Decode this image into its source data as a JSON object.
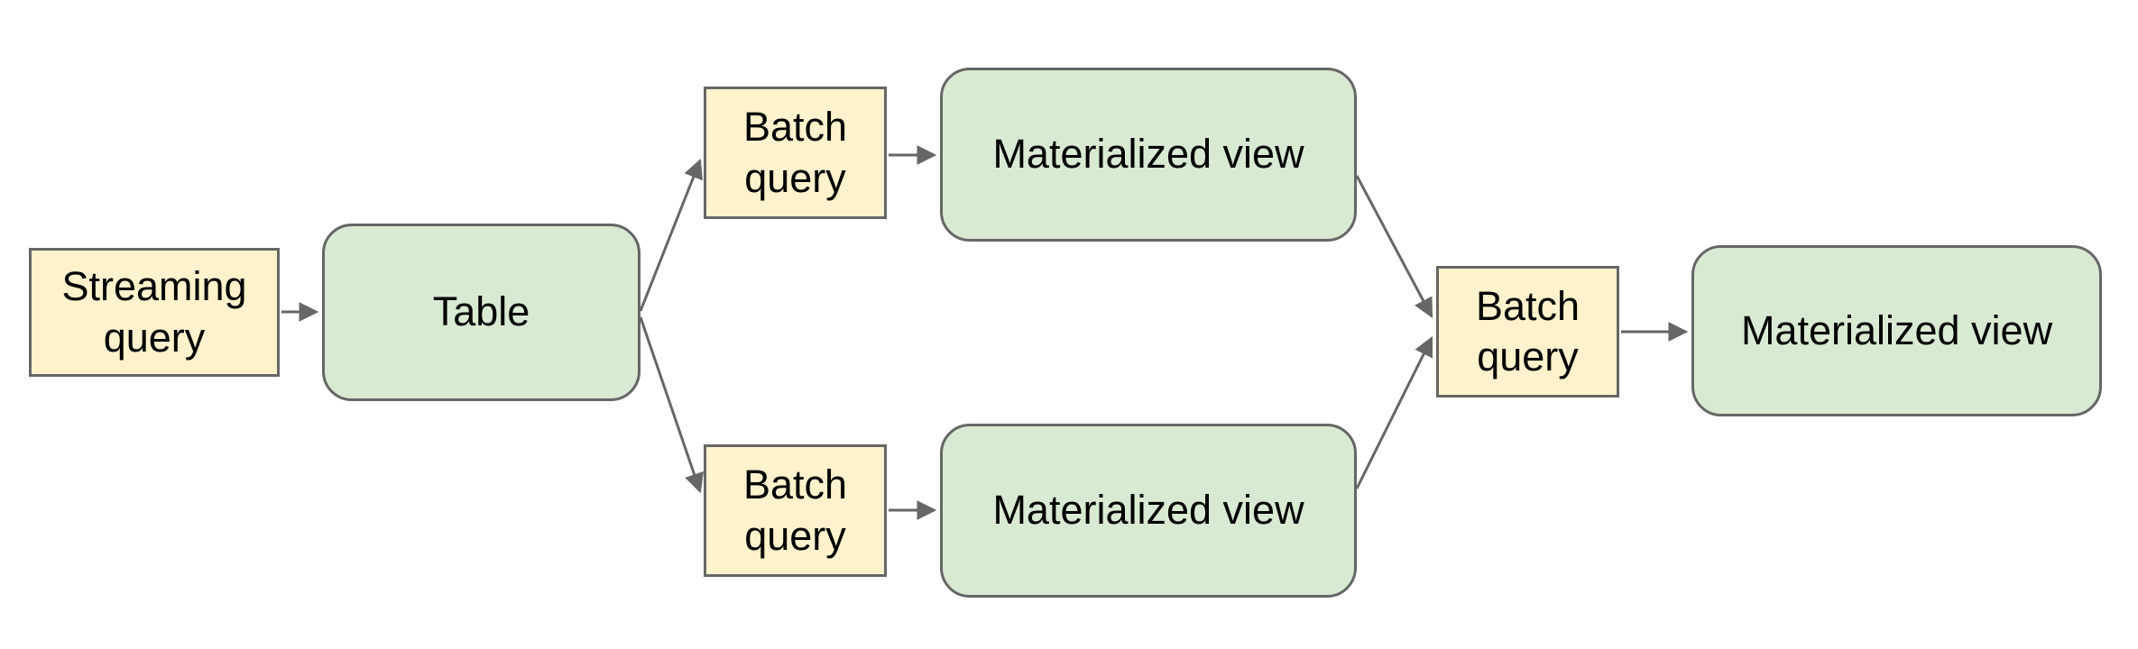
{
  "diagram": {
    "background_color": "#ffffff",
    "colors": {
      "query_box_fill": "#fff2cc",
      "table_view_fill": "#d9ead3",
      "border": "#666666",
      "arrow": "#666666",
      "text": "#000000"
    },
    "nodes": [
      {
        "id": "streaming-query",
        "label": "Streaming query",
        "shape": "rectangle"
      },
      {
        "id": "table",
        "label": "Table",
        "shape": "rounded-rectangle"
      },
      {
        "id": "batch-query-top",
        "label": "Batch query",
        "shape": "rectangle"
      },
      {
        "id": "materialized-view-top",
        "label": "Materialized view",
        "shape": "rounded-rectangle"
      },
      {
        "id": "batch-query-bottom",
        "label": "Batch query",
        "shape": "rectangle"
      },
      {
        "id": "materialized-view-bottom",
        "label": "Materialized view",
        "shape": "rounded-rectangle"
      },
      {
        "id": "batch-query-merge",
        "label": "Batch query",
        "shape": "rectangle"
      },
      {
        "id": "materialized-view-final",
        "label": "Materialized view",
        "shape": "rounded-rectangle"
      }
    ],
    "edges": [
      {
        "from": "streaming-query",
        "to": "table"
      },
      {
        "from": "table",
        "to": "batch-query-top"
      },
      {
        "from": "table",
        "to": "batch-query-bottom"
      },
      {
        "from": "batch-query-top",
        "to": "materialized-view-top"
      },
      {
        "from": "batch-query-bottom",
        "to": "materialized-view-bottom"
      },
      {
        "from": "materialized-view-top",
        "to": "batch-query-merge"
      },
      {
        "from": "materialized-view-bottom",
        "to": "batch-query-merge"
      },
      {
        "from": "batch-query-merge",
        "to": "materialized-view-final"
      }
    ]
  }
}
